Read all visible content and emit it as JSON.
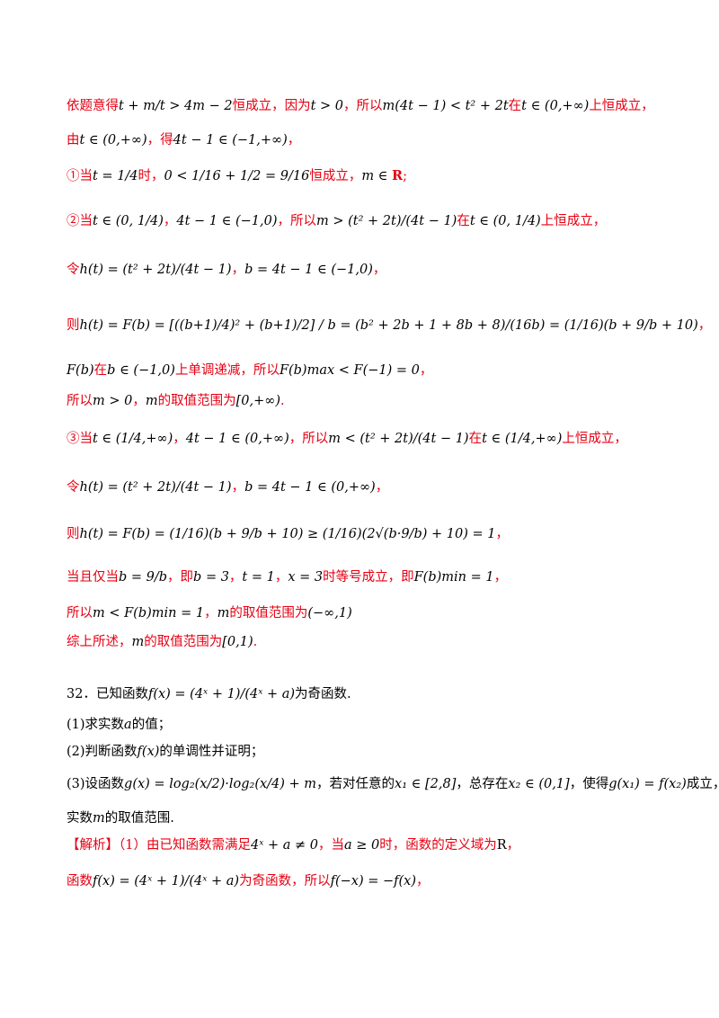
{
  "lines": [
    {
      "id": "l1",
      "segments": [
        {
          "t": "依题意得",
          "c": "red"
        },
        {
          "t": "t + m/t > 4m − 2",
          "c": "blk",
          "m": true
        },
        {
          "t": "恒成立，因为",
          "c": "red"
        },
        {
          "t": "t > 0",
          "c": "blk",
          "m": true
        },
        {
          "t": "，所以",
          "c": "red"
        },
        {
          "t": "m(4t − 1) < t² + 2t",
          "c": "blk",
          "m": true
        },
        {
          "t": "在",
          "c": "red"
        },
        {
          "t": "t ∈ (0,+∞)",
          "c": "blk",
          "m": true
        },
        {
          "t": "上恒成立，",
          "c": "red"
        }
      ]
    },
    {
      "id": "l2",
      "segments": [
        {
          "t": "由",
          "c": "red"
        },
        {
          "t": "t ∈ (0,+∞)",
          "c": "blk",
          "m": true
        },
        {
          "t": "，得",
          "c": "red"
        },
        {
          "t": "4t − 1 ∈ (−1,+∞)",
          "c": "blk",
          "m": true
        },
        {
          "t": "，",
          "c": "red"
        }
      ]
    },
    {
      "id": "l3",
      "segments": [
        {
          "t": "①当",
          "c": "red"
        },
        {
          "t": "t = 1/4",
          "c": "blk",
          "m": true
        },
        {
          "t": "时，",
          "c": "red"
        },
        {
          "t": "0 < 1/16 + 1/2 = 9/16",
          "c": "blk",
          "m": true
        },
        {
          "t": "恒成立，",
          "c": "red"
        },
        {
          "t": "m ∈ ",
          "c": "blk",
          "m": true
        },
        {
          "t": "R",
          "c": "red",
          "b": true
        },
        {
          "t": ";",
          "c": "red"
        }
      ]
    },
    {
      "id": "l4",
      "segments": [
        {
          "t": "②当",
          "c": "red"
        },
        {
          "t": "t ∈ (0, 1/4)",
          "c": "blk",
          "m": true
        },
        {
          "t": "，",
          "c": "red"
        },
        {
          "t": "4t − 1 ∈ (−1,0)",
          "c": "blk",
          "m": true
        },
        {
          "t": "，所以",
          "c": "red"
        },
        {
          "t": "m > (t² + 2t)/(4t − 1)",
          "c": "blk",
          "m": true
        },
        {
          "t": "在",
          "c": "red"
        },
        {
          "t": "t ∈ (0, 1/4)",
          "c": "blk",
          "m": true
        },
        {
          "t": "上恒成立，",
          "c": "red"
        }
      ]
    },
    {
      "id": "l5",
      "segments": [
        {
          "t": "令",
          "c": "red"
        },
        {
          "t": "h(t) = (t² + 2t)/(4t − 1)",
          "c": "blk",
          "m": true
        },
        {
          "t": "，",
          "c": "red"
        },
        {
          "t": "b = 4t − 1 ∈ (−1,0)",
          "c": "blk",
          "m": true
        },
        {
          "t": "，",
          "c": "red"
        }
      ]
    },
    {
      "id": "l6",
      "segments": [
        {
          "t": "则",
          "c": "red"
        },
        {
          "t": "h(t) = F(b) = [((b+1)/4)² + (b+1)/2] / b = (b² + 2b + 1 + 8b + 8)/(16b) = (1/16)(b + 9/b + 10)",
          "c": "blk",
          "m": true
        },
        {
          "t": "，",
          "c": "red"
        }
      ]
    },
    {
      "id": "l7",
      "segments": [
        {
          "t": "F(b)",
          "c": "blk",
          "m": true
        },
        {
          "t": "在",
          "c": "red"
        },
        {
          "t": "b ∈ (−1,0)",
          "c": "blk",
          "m": true
        },
        {
          "t": "上单调递减，所以",
          "c": "red"
        },
        {
          "t": "F(b)max < F(−1) = 0",
          "c": "blk",
          "m": true
        },
        {
          "t": "，",
          "c": "red"
        }
      ]
    },
    {
      "id": "l8",
      "segments": [
        {
          "t": "所以",
          "c": "red"
        },
        {
          "t": "m > 0",
          "c": "blk",
          "m": true
        },
        {
          "t": "，",
          "c": "red"
        },
        {
          "t": "m",
          "c": "blk",
          "m": true
        },
        {
          "t": "的取值范围为",
          "c": "red"
        },
        {
          "t": "[0,+∞)",
          "c": "blk",
          "m": true
        },
        {
          "t": ".",
          "c": "red"
        }
      ]
    },
    {
      "id": "l9",
      "segments": [
        {
          "t": "③当",
          "c": "red"
        },
        {
          "t": "t ∈ (1/4,+∞)",
          "c": "blk",
          "m": true
        },
        {
          "t": "，",
          "c": "red"
        },
        {
          "t": "4t − 1 ∈ (0,+∞)",
          "c": "blk",
          "m": true
        },
        {
          "t": "，所以",
          "c": "red"
        },
        {
          "t": "m < (t² + 2t)/(4t − 1)",
          "c": "blk",
          "m": true
        },
        {
          "t": "在",
          "c": "red"
        },
        {
          "t": "t ∈ (1/4,+∞)",
          "c": "blk",
          "m": true
        },
        {
          "t": "上恒成立，",
          "c": "red"
        }
      ]
    },
    {
      "id": "l10",
      "segments": [
        {
          "t": "令",
          "c": "red"
        },
        {
          "t": "h(t) = (t² + 2t)/(4t − 1)",
          "c": "blk",
          "m": true
        },
        {
          "t": "，",
          "c": "red"
        },
        {
          "t": "b = 4t − 1 ∈ (0,+∞)",
          "c": "blk",
          "m": true
        },
        {
          "t": "，",
          "c": "red"
        }
      ]
    },
    {
      "id": "l11",
      "segments": [
        {
          "t": "则",
          "c": "red"
        },
        {
          "t": "h(t) = F(b) = (1/16)(b + 9/b + 10) ≥ (1/16)(2√(b·9/b) + 10) = 1",
          "c": "blk",
          "m": true
        },
        {
          "t": "，",
          "c": "red"
        }
      ]
    },
    {
      "id": "l12",
      "segments": [
        {
          "t": "当且仅当",
          "c": "red"
        },
        {
          "t": "b = 9/b",
          "c": "blk",
          "m": true
        },
        {
          "t": "，即",
          "c": "red"
        },
        {
          "t": "b = 3",
          "c": "blk",
          "m": true
        },
        {
          "t": "，",
          "c": "red"
        },
        {
          "t": "t = 1",
          "c": "blk",
          "m": true
        },
        {
          "t": "，",
          "c": "red"
        },
        {
          "t": "x = 3",
          "c": "blk",
          "m": true
        },
        {
          "t": "时等号成立，即",
          "c": "red"
        },
        {
          "t": "F(b)min = 1",
          "c": "blk",
          "m": true
        },
        {
          "t": "，",
          "c": "red"
        }
      ]
    },
    {
      "id": "l13",
      "segments": [
        {
          "t": "所以",
          "c": "red"
        },
        {
          "t": "m < F(b)min = 1",
          "c": "blk",
          "m": true
        },
        {
          "t": "，",
          "c": "red"
        },
        {
          "t": "m",
          "c": "blk",
          "m": true
        },
        {
          "t": "的取值范围为",
          "c": "red"
        },
        {
          "t": "(−∞,1)",
          "c": "blk",
          "m": true
        }
      ]
    },
    {
      "id": "l14",
      "segments": [
        {
          "t": "综上所述，",
          "c": "red"
        },
        {
          "t": "m",
          "c": "blk",
          "m": true
        },
        {
          "t": "的取值范围为",
          "c": "red"
        },
        {
          "t": "[0,1)",
          "c": "blk",
          "m": true
        },
        {
          "t": ".",
          "c": "red"
        }
      ]
    },
    {
      "id": "l15",
      "segments": [
        {
          "t": "32．已知函数",
          "c": "blk"
        },
        {
          "t": "f(x) = (4ˣ + 1)/(4ˣ + a)",
          "c": "blk",
          "m": true
        },
        {
          "t": "为奇函数.",
          "c": "blk"
        }
      ]
    },
    {
      "id": "l16",
      "segments": [
        {
          "t": "(1)求实数",
          "c": "blk"
        },
        {
          "t": "a",
          "c": "blk",
          "m": true
        },
        {
          "t": "的值；",
          "c": "blk"
        }
      ]
    },
    {
      "id": "l17",
      "segments": [
        {
          "t": "(2)判断函数",
          "c": "blk"
        },
        {
          "t": "f(x)",
          "c": "blk",
          "m": true
        },
        {
          "t": "的单调性并证明；",
          "c": "blk"
        }
      ]
    },
    {
      "id": "l18",
      "segments": [
        {
          "t": "(3)设函数",
          "c": "blk"
        },
        {
          "t": "g(x) = log₂(x/2)·log₂(x/4) + m",
          "c": "blk",
          "m": true
        },
        {
          "t": "，若对任意的",
          "c": "blk"
        },
        {
          "t": "x₁ ∈ [2,8]",
          "c": "blk",
          "m": true
        },
        {
          "t": "，总存在",
          "c": "blk"
        },
        {
          "t": "x₂ ∈ (0,1]",
          "c": "blk",
          "m": true
        },
        {
          "t": "，使得",
          "c": "blk"
        },
        {
          "t": "g(x₁) = f(x₂)",
          "c": "blk",
          "m": true
        },
        {
          "t": "成立，求",
          "c": "blk"
        }
      ]
    },
    {
      "id": "l19",
      "segments": [
        {
          "t": "实数",
          "c": "blk"
        },
        {
          "t": "m",
          "c": "blk",
          "m": true
        },
        {
          "t": "的取值范围.",
          "c": "blk"
        }
      ]
    },
    {
      "id": "l20",
      "segments": [
        {
          "t": "【解析】（1）由已知函数需满足",
          "c": "red"
        },
        {
          "t": "4ˣ + a ≠ 0",
          "c": "blk",
          "m": true
        },
        {
          "t": "，当",
          "c": "red"
        },
        {
          "t": "a ≥ 0",
          "c": "blk",
          "m": true
        },
        {
          "t": "时，函数的定义域为",
          "c": "red"
        },
        {
          "t": "R",
          "c": "blk"
        },
        {
          "t": "，",
          "c": "red"
        }
      ]
    },
    {
      "id": "l21",
      "segments": [
        {
          "t": "函数",
          "c": "red"
        },
        {
          "t": "f(x) = (4ˣ + 1)/(4ˣ + a)",
          "c": "blk",
          "m": true
        },
        {
          "t": "为奇函数，所以",
          "c": "red"
        },
        {
          "t": "f(−x) = −f(x)",
          "c": "blk",
          "m": true
        },
        {
          "t": "，",
          "c": "red"
        }
      ]
    }
  ]
}
